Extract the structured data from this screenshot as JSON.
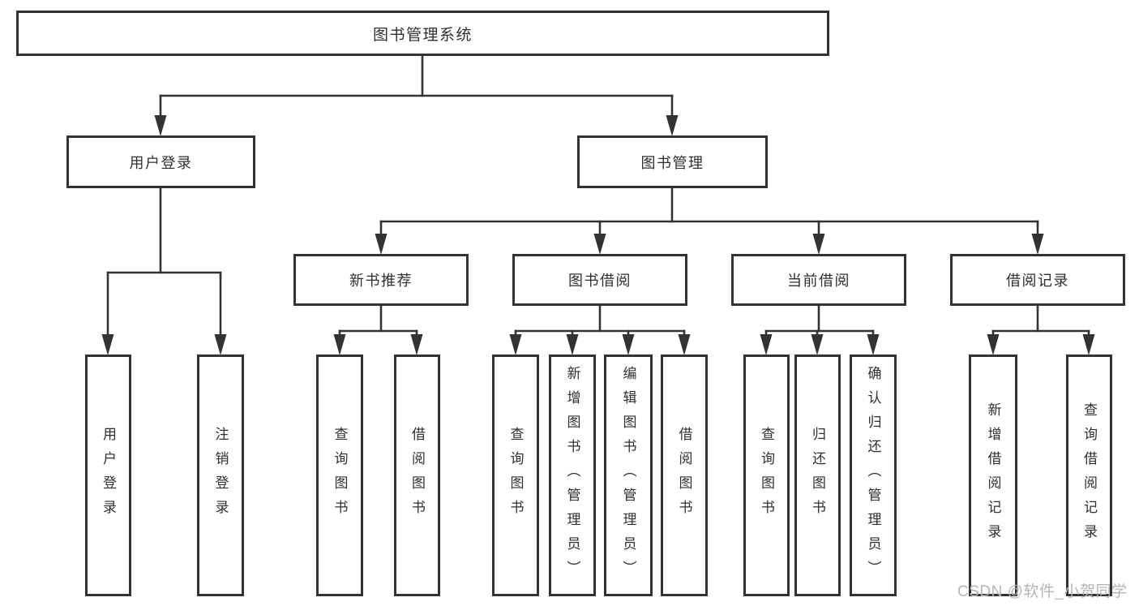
{
  "diagram": {
    "root": {
      "label": "图书管理系统"
    },
    "branches": [
      {
        "label": "用户登录",
        "leaves": [
          {
            "label": "用户登录"
          },
          {
            "label": "注销登录"
          }
        ]
      },
      {
        "label": "图书管理",
        "groups": [
          {
            "label": "新书推荐",
            "leaves": [
              {
                "label": "查询图书"
              },
              {
                "label": "借阅图书"
              }
            ]
          },
          {
            "label": "图书借阅",
            "leaves": [
              {
                "label": "查询图书"
              },
              {
                "label": "新增图书（管理员）"
              },
              {
                "label": "编辑图书（管理员）"
              },
              {
                "label": "借阅图书"
              }
            ]
          },
          {
            "label": "当前借阅",
            "leaves": [
              {
                "label": "查询图书"
              },
              {
                "label": "归还图书"
              },
              {
                "label": "确认归还（管理员）"
              }
            ]
          },
          {
            "label": "借阅记录",
            "leaves": [
              {
                "label": "新增借阅记录"
              },
              {
                "label": "查询借阅记录"
              }
            ]
          }
        ]
      }
    ]
  },
  "watermark": "CSDN @软件_小贺同学",
  "colors": {
    "line": "#333333",
    "text": "#2f2f2f",
    "watermark": "#b5b5b5",
    "background": "#ffffff"
  }
}
